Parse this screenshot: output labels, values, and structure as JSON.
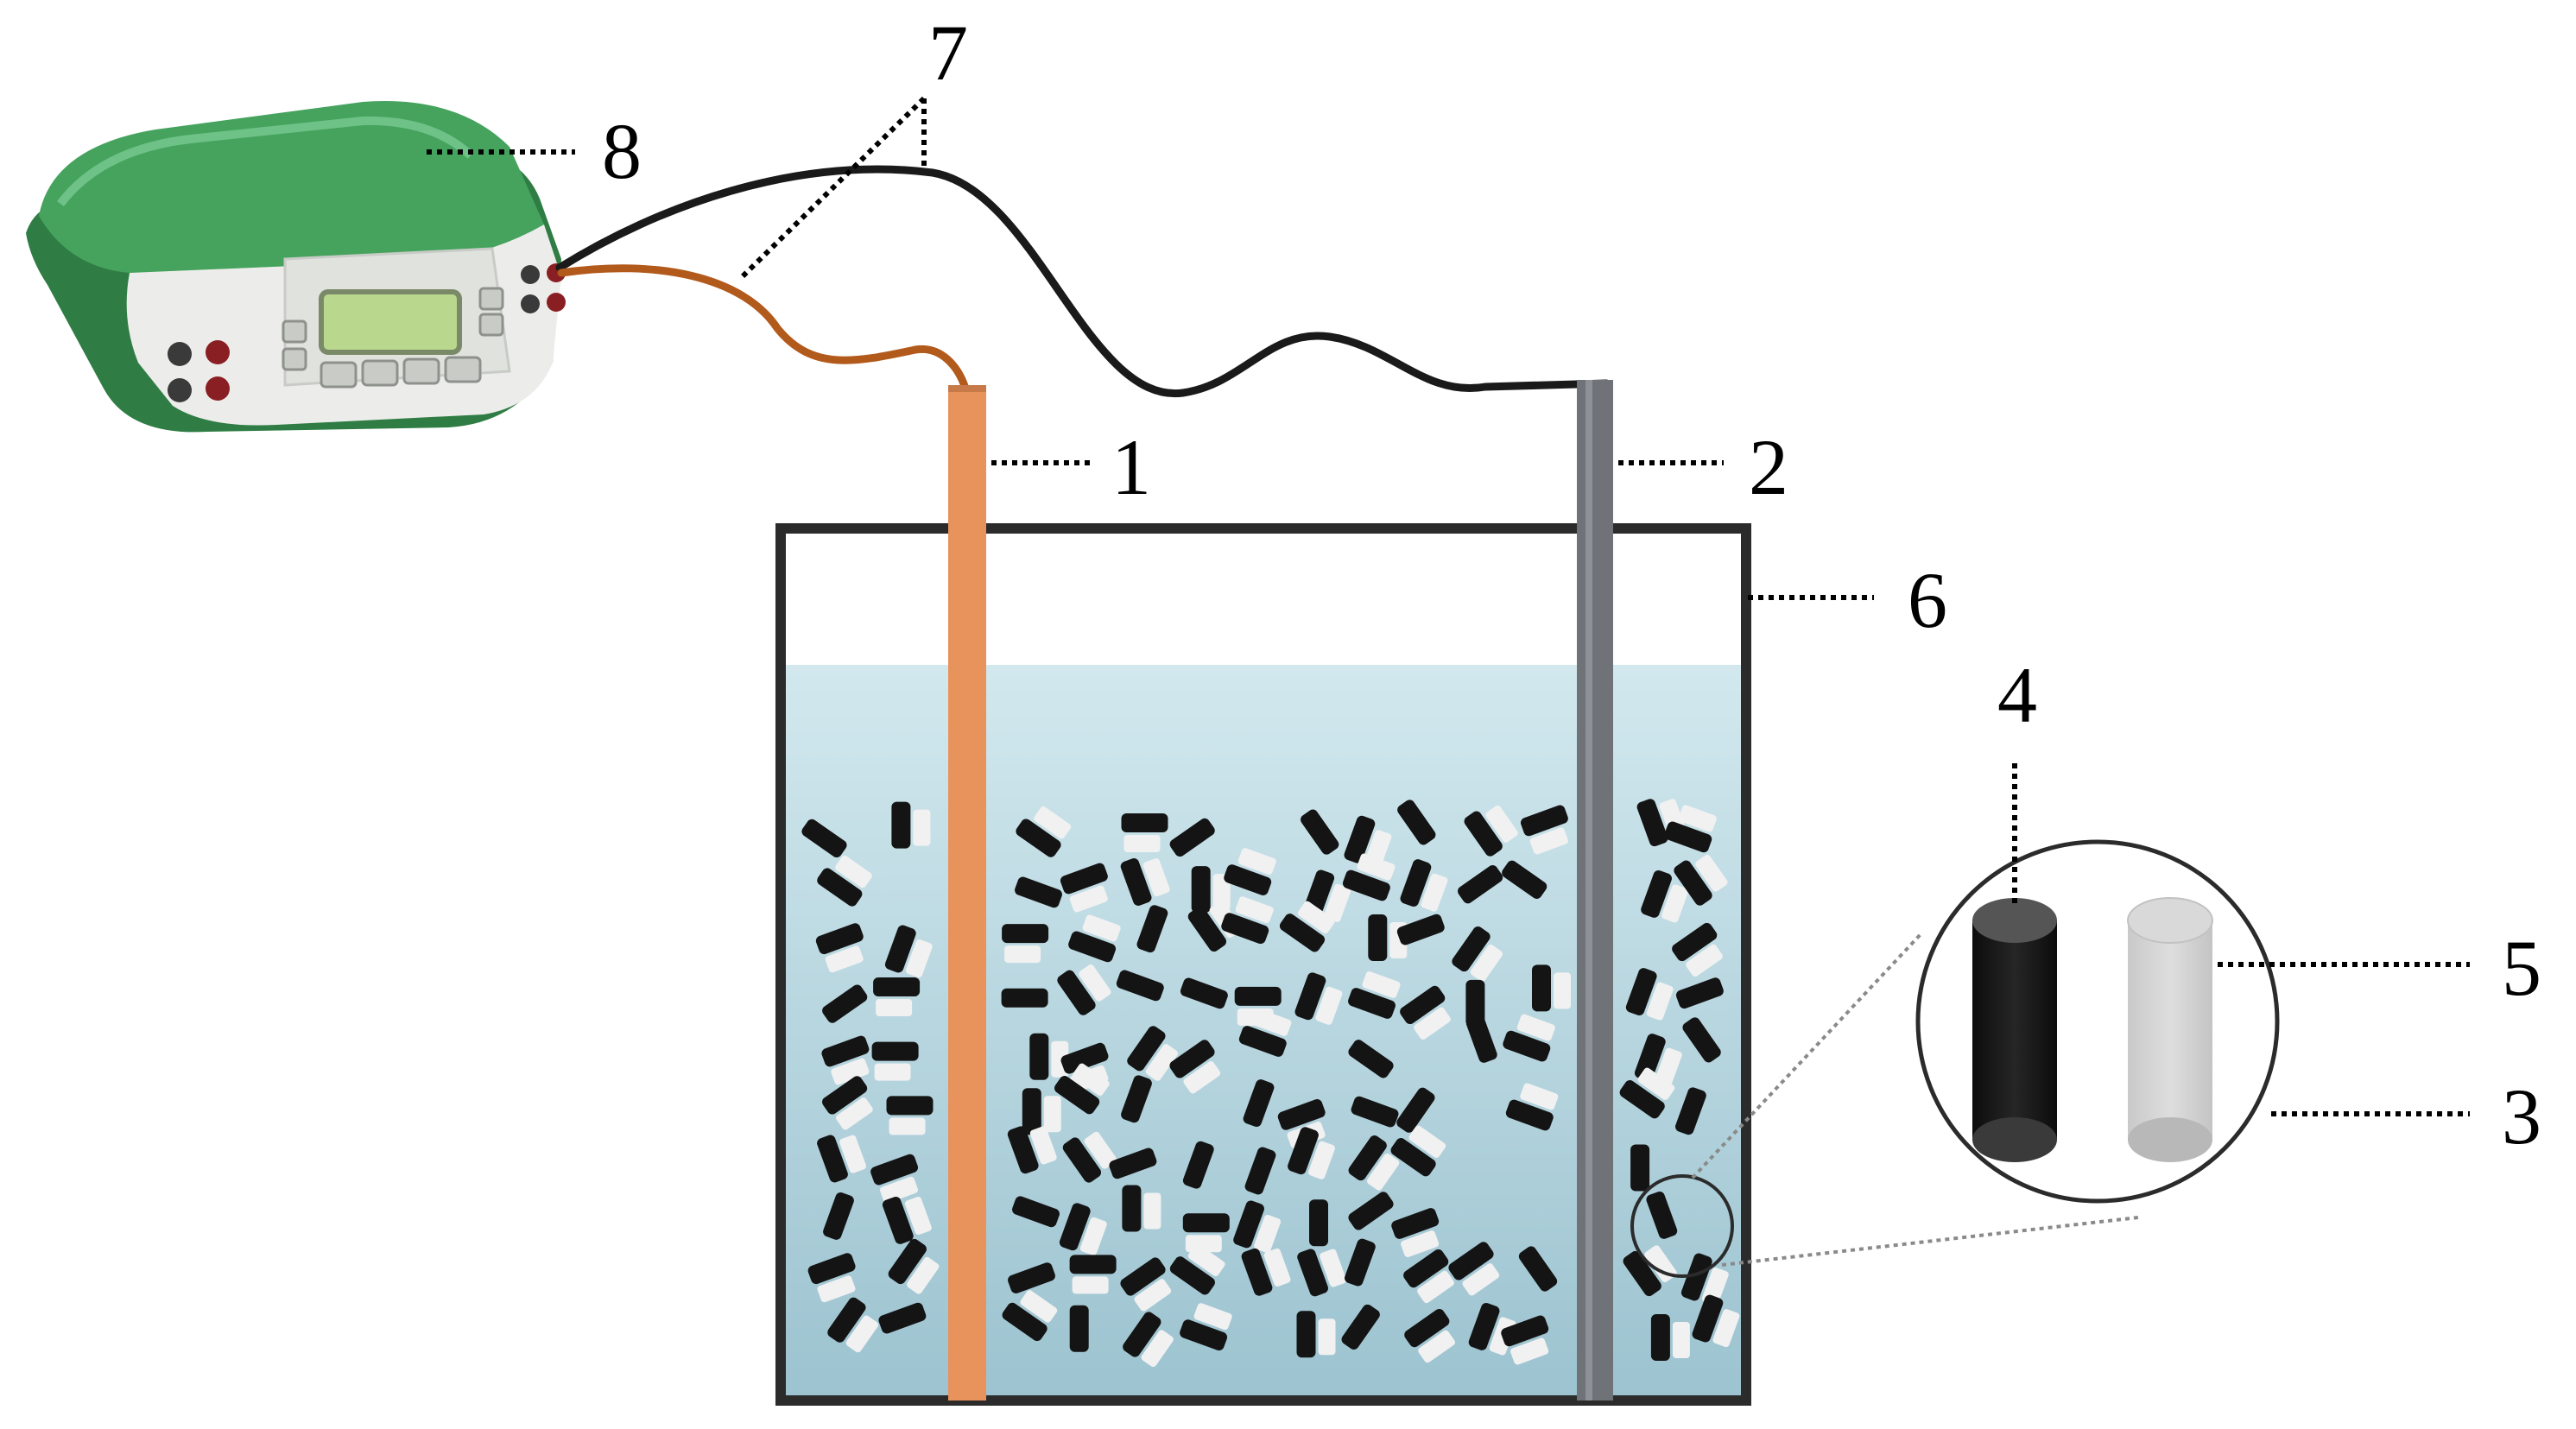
{
  "labels": {
    "l1": "1",
    "l2": "2",
    "l3": "3",
    "l4": "4",
    "l5": "5",
    "l6": "6",
    "l7": "7",
    "l8": "8"
  },
  "colors": {
    "anode": "#e8935c",
    "cathode": "#6f7277",
    "electrolyte_top": "#d2e8ee",
    "electrolyte_bottom": "#9cc3d0",
    "wire_black": "#1a1a1a",
    "wire_orange": "#b25a1c",
    "device_body": "#3f9a57",
    "device_face": "#eceeea",
    "lcd": "#b9d88e",
    "particle_dark": "#141414",
    "particle_light": "#f1f1f1"
  },
  "icons": {
    "power_supply": "power-supply-icon",
    "particle_dark": "black-cylinder-icon",
    "particle_light": "white-cylinder-icon"
  }
}
